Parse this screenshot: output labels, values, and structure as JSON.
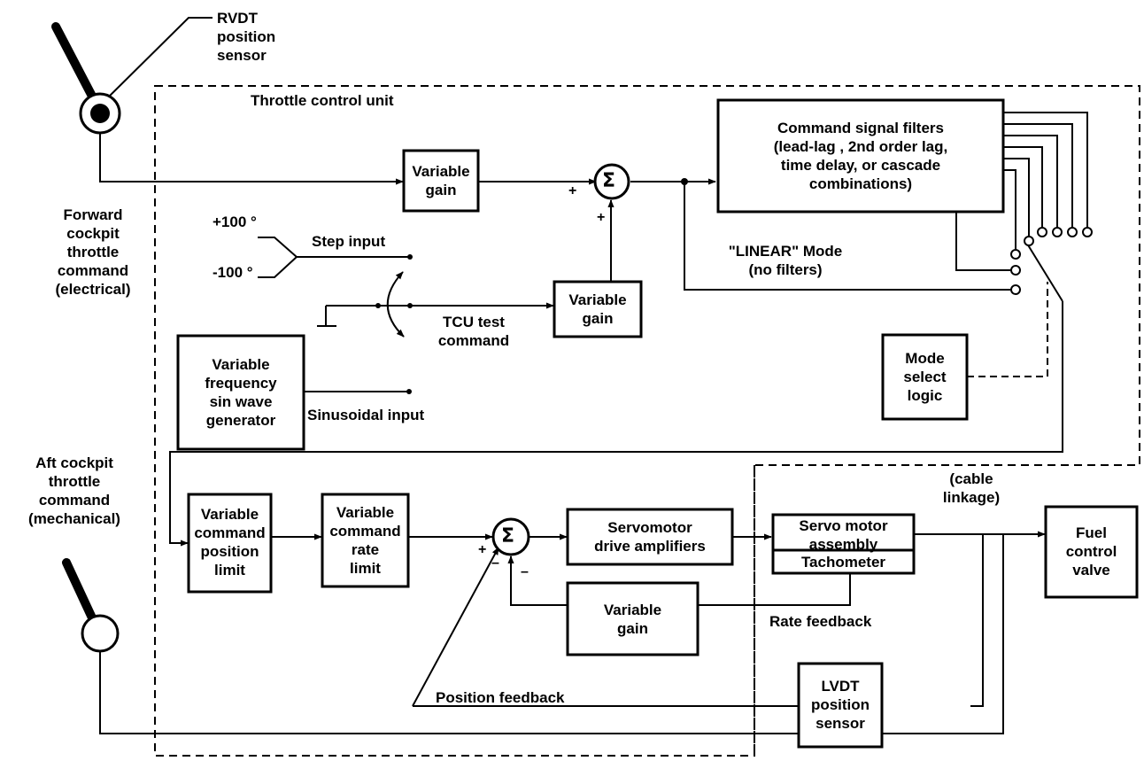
{
  "labels": {
    "rvdt": "RVDT\nposition\nsensor",
    "tcu_title": "Throttle control unit",
    "forward_cmd": "Forward\ncockpit\nthrottle\ncommand\n(electrical)",
    "aft_cmd": "Aft cockpit\nthrottle\ncommand\n(mechanical)",
    "plus100": "+100 °",
    "minus100": "-100 °",
    "step_input": "Step input",
    "tcu_test": "TCU  test\ncommand",
    "sinusoidal_input": "Sinusoidal input",
    "linear_mode": "\"LINEAR\"  Mode\n(no filters)",
    "cable_linkage": "(cable\nlinkage)",
    "rate_feedback": "Rate feedback",
    "position_feedback": "Position feedback",
    "sigma": "Σ",
    "plus": "+",
    "minus": "–"
  },
  "blocks": {
    "gain_top": "Variable\ngain",
    "gain_test": "Variable\ngain",
    "filters": "Command signal filters\n(lead-lag , 2nd order lag,\ntime delay, or cascade\ncombinations)",
    "mode_select": "Mode\nselect\nlogic",
    "sin_gen": "Variable\nfrequency\nsin wave\ngenerator",
    "pos_limit": "Variable\ncommand\nposition\nlimit",
    "rate_limit": "Variable\ncommand\nrate\nlimit",
    "servo_amp": "Servomotor\ndrive amplifiers",
    "servo_motor": "Servo motor\nassembly",
    "tachometer": "Tachometer",
    "gain_rate": "Variable\ngain",
    "lvdt": "LVDT\nposition\nsensor",
    "fuel_valve": "Fuel\ncontrol\nvalve"
  }
}
